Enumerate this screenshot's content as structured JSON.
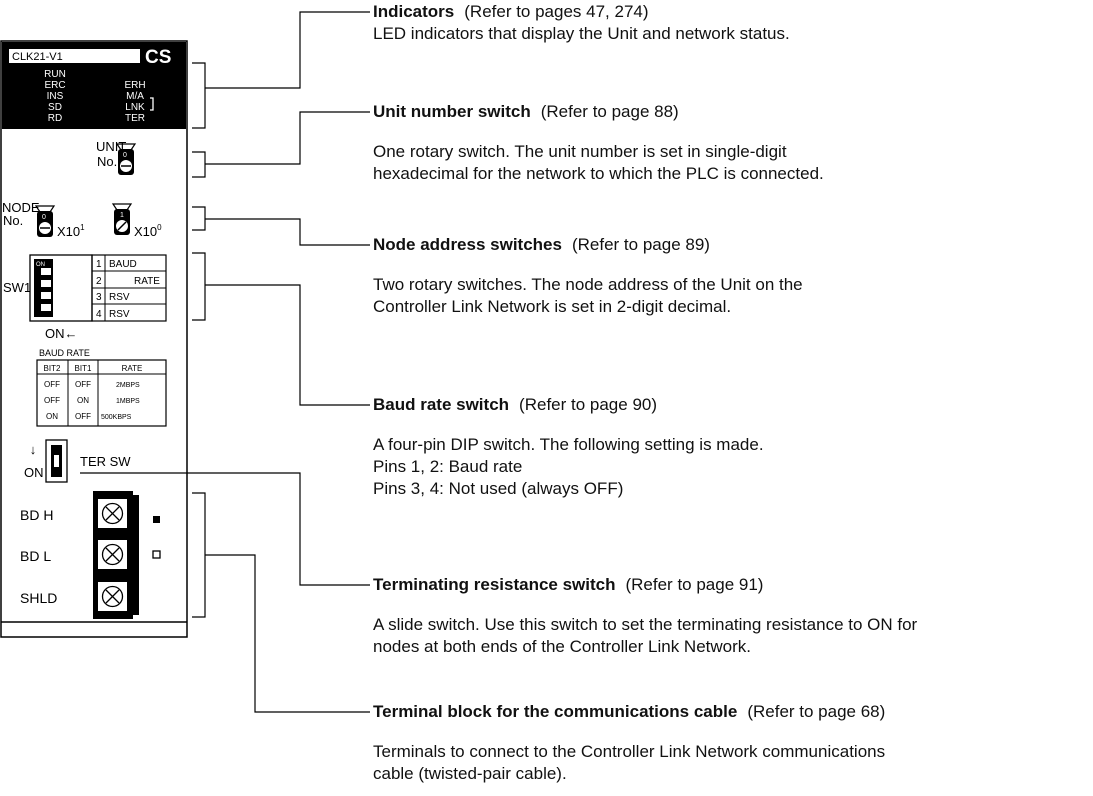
{
  "unit": {
    "model": "CLK21-V1",
    "logo": "CS",
    "indicators_left": [
      "RUN",
      "ERC",
      "INS",
      "SD",
      "RD"
    ],
    "indicators_right": [
      "ERH",
      "M/A",
      "LNK",
      "TER"
    ],
    "unit_label_1": "UNIT",
    "unit_label_2": "No.",
    "node_label_1": "NODE",
    "node_label_2": "No.",
    "x10_1": "X10",
    "x10_1_sup": "1",
    "x10_0": "X10",
    "x10_0_sup": "0",
    "sw1_label": "SW1",
    "dip_on": "ON",
    "dip_on_label": "ON",
    "dip_pins": [
      "1",
      "2",
      "3",
      "4"
    ],
    "pin_desc_1": "BAUD",
    "pin_desc_2": "RATE",
    "pin_desc_3": "RSV",
    "pin_desc_4": "RSV",
    "baud_table_title": "BAUD RATE",
    "baud_headers": [
      "BIT2",
      "BIT1",
      "RATE"
    ],
    "baud_rows": [
      [
        "OFF",
        "OFF",
        "2MBPS"
      ],
      [
        "OFF",
        "ON",
        "1MBPS"
      ],
      [
        "ON",
        "OFF",
        "500KBPS"
      ]
    ],
    "ter_on": "ON",
    "ter_label": "TER SW",
    "terminals": [
      "BD H",
      "BD L",
      "SHLD"
    ]
  },
  "callouts": [
    {
      "title": "Indicators",
      "ref": "(Refer to pages 47, 274)",
      "body": "LED indicators that display the Unit and network status."
    },
    {
      "title": "Unit number switch",
      "ref": "(Refer to page 88)",
      "body": "One rotary switch. The unit number is set in single-digit\nhexadecimal for the network to which the PLC is connected."
    },
    {
      "title": "Node address switches",
      "ref": "(Refer to page 89)",
      "body": "Two rotary switches. The node address of the Unit on the\nController Link Network is set in 2-digit decimal."
    },
    {
      "title": "Baud rate switch",
      "ref": "(Refer to page 90)",
      "body": "A four-pin DIP switch. The following setting is made.\nPins 1, 2:  Baud rate\nPins 3, 4:  Not used (always OFF)"
    },
    {
      "title": "Terminating resistance switch",
      "ref": "(Refer to page 91)",
      "body": "A slide switch. Use this switch to set the terminating resistance to ON for\nnodes at both ends of the Controller Link Network."
    },
    {
      "title": "Terminal block for the communications cable",
      "ref": "(Refer to page 68)",
      "body": "Terminals to connect to the Controller Link Network communications\ncable (twisted-pair cable)."
    }
  ]
}
